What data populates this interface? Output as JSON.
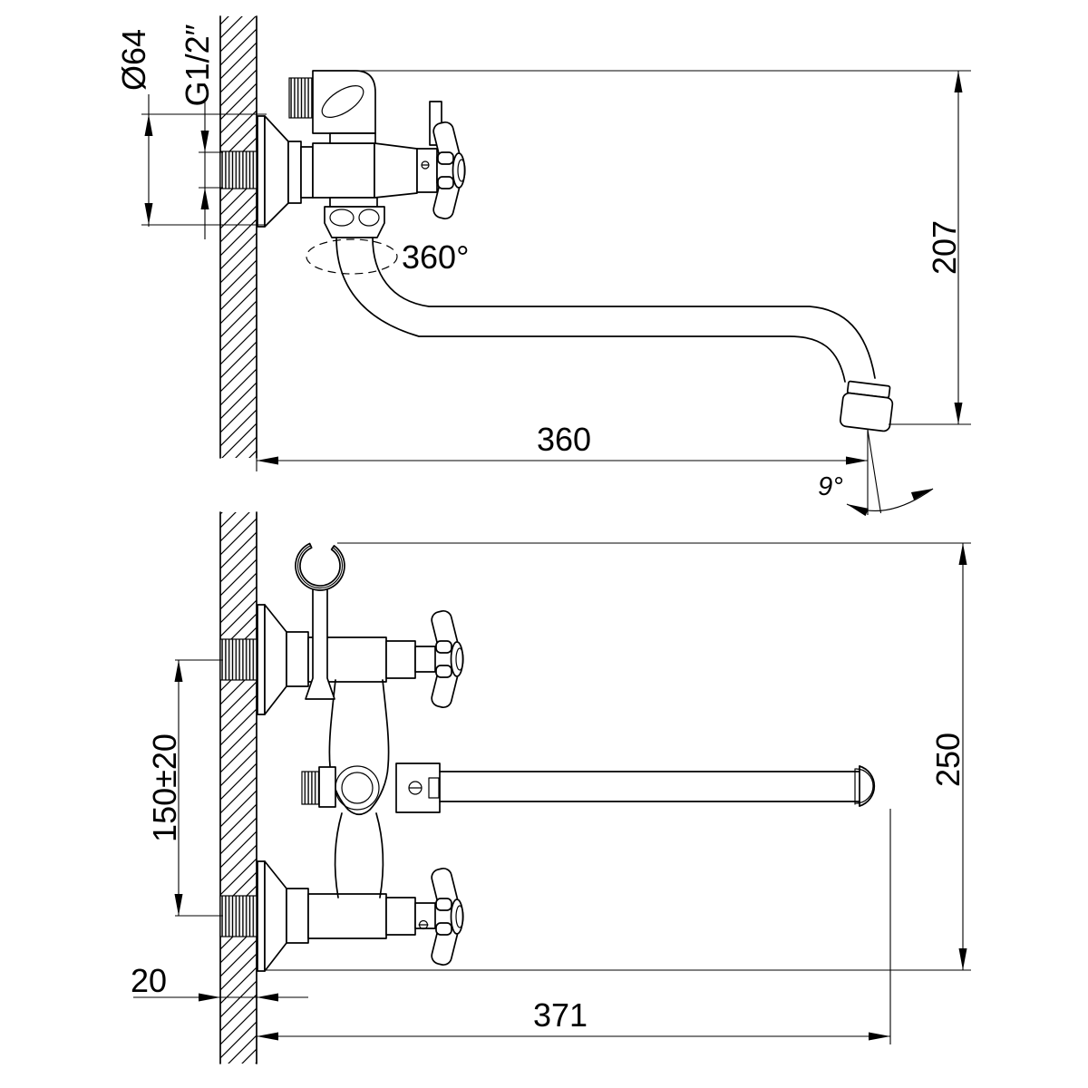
{
  "page": {
    "background": "#ffffff",
    "ink": "#000000",
    "description": "Two-view technical dimension drawing of a wall-mounted bath/sink mixer faucet with long swivel spout, cross handles and shower holder"
  },
  "side_view": {
    "labels": {
      "escutcheon_diameter": "Ø64",
      "connection_thread": "G1/2″",
      "swivel_angle": "360°",
      "spout_height": "207",
      "spout_reach": "360",
      "stream_angle": "9°"
    }
  },
  "front_view": {
    "labels": {
      "inlet_spacing": "150±20",
      "overall_height": "250",
      "wall_thickness": "20",
      "overall_reach": "371"
    }
  }
}
